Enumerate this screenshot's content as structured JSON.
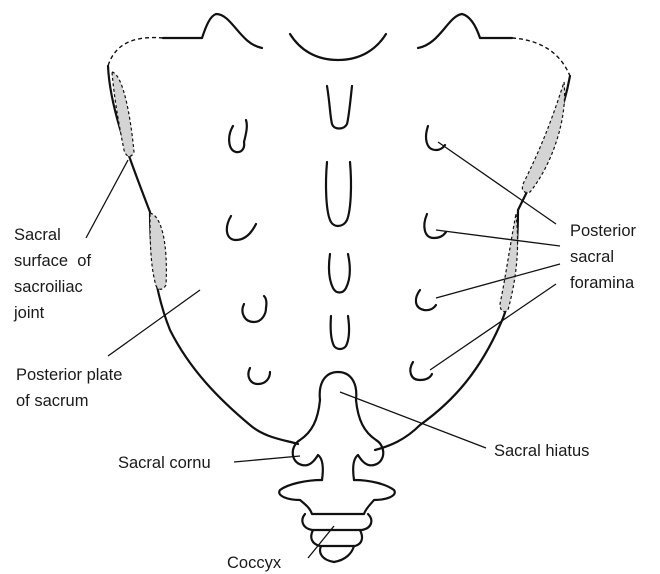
{
  "labels": {
    "sacral_surface": [
      "Sacral",
      "surface  of",
      "sacroiliac",
      "joint"
    ],
    "posterior_plate": [
      "Posterior plate",
      "of sacrum"
    ],
    "sacral_cornu": "Sacral cornu",
    "coccyx": "Coccyx",
    "posterior_foramina": [
      "Posterior",
      "sacral",
      "foramina"
    ],
    "sacral_hiatus": "Sacral hiatus"
  },
  "colors": {
    "outline": "#111111",
    "joint_surface_fill": "#d4d4d4",
    "background": "#ffffff"
  }
}
